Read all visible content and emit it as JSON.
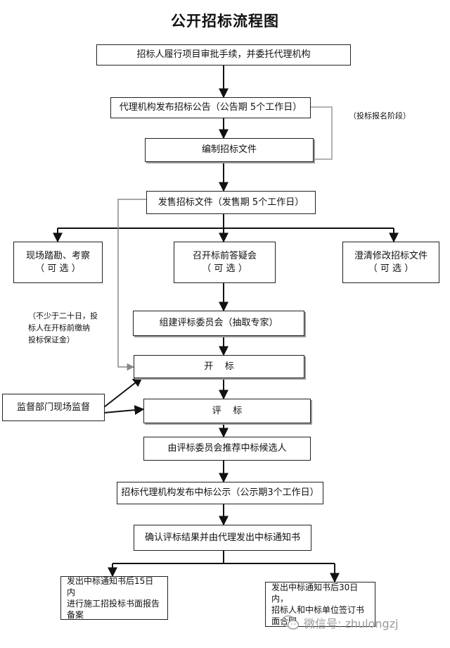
{
  "title": "公开招标流程图",
  "steps": {
    "s1": "招标人履行项目审批手续，并委托代理机构",
    "s2": "代理机构发布招标公告（公告期 5个工作日）",
    "s3": "编制招标文件",
    "s4": "发售招标文件（发售期 5个工作日）",
    "s5a_line1": "现场踏勘、考察",
    "s5a_line2": "（ 可  选 ）",
    "s5b_line1": "召开标前答疑会",
    "s5b_line2": "（ 可  选 ）",
    "s5c_line1": "澄清修改招标文件",
    "s5c_line2": "（ 可  选 ）",
    "s6": "组建评标委员会（抽取专家）",
    "s7": "开    标",
    "s8": "评    标",
    "s9": "由评标委员会推荐中标候选人",
    "s10": "招标代理机构发布中标公示（公示期3个工作日）",
    "s11": "确认评标结果并由代理发出中标通知书",
    "s12a_line1": "发出中标通知书后15日内",
    "s12a_line2": "进行施工招投标书面报告",
    "s12a_line3": "备案",
    "s12b_line1": "发出中标通知书后30日内，",
    "s12b_line2": "招标人和中标单位签订书",
    "s12b_line3": "面合同"
  },
  "notes": {
    "bidding_stage": "（投标报名阶段）",
    "deposit_line1": "（不少于二十日，投",
    "deposit_line2": "标人在开标前缴纳",
    "deposit_line3": "投标保证金）"
  },
  "supervision": "监督部门现场监督",
  "watermark": "微信号: zhulongzj"
}
